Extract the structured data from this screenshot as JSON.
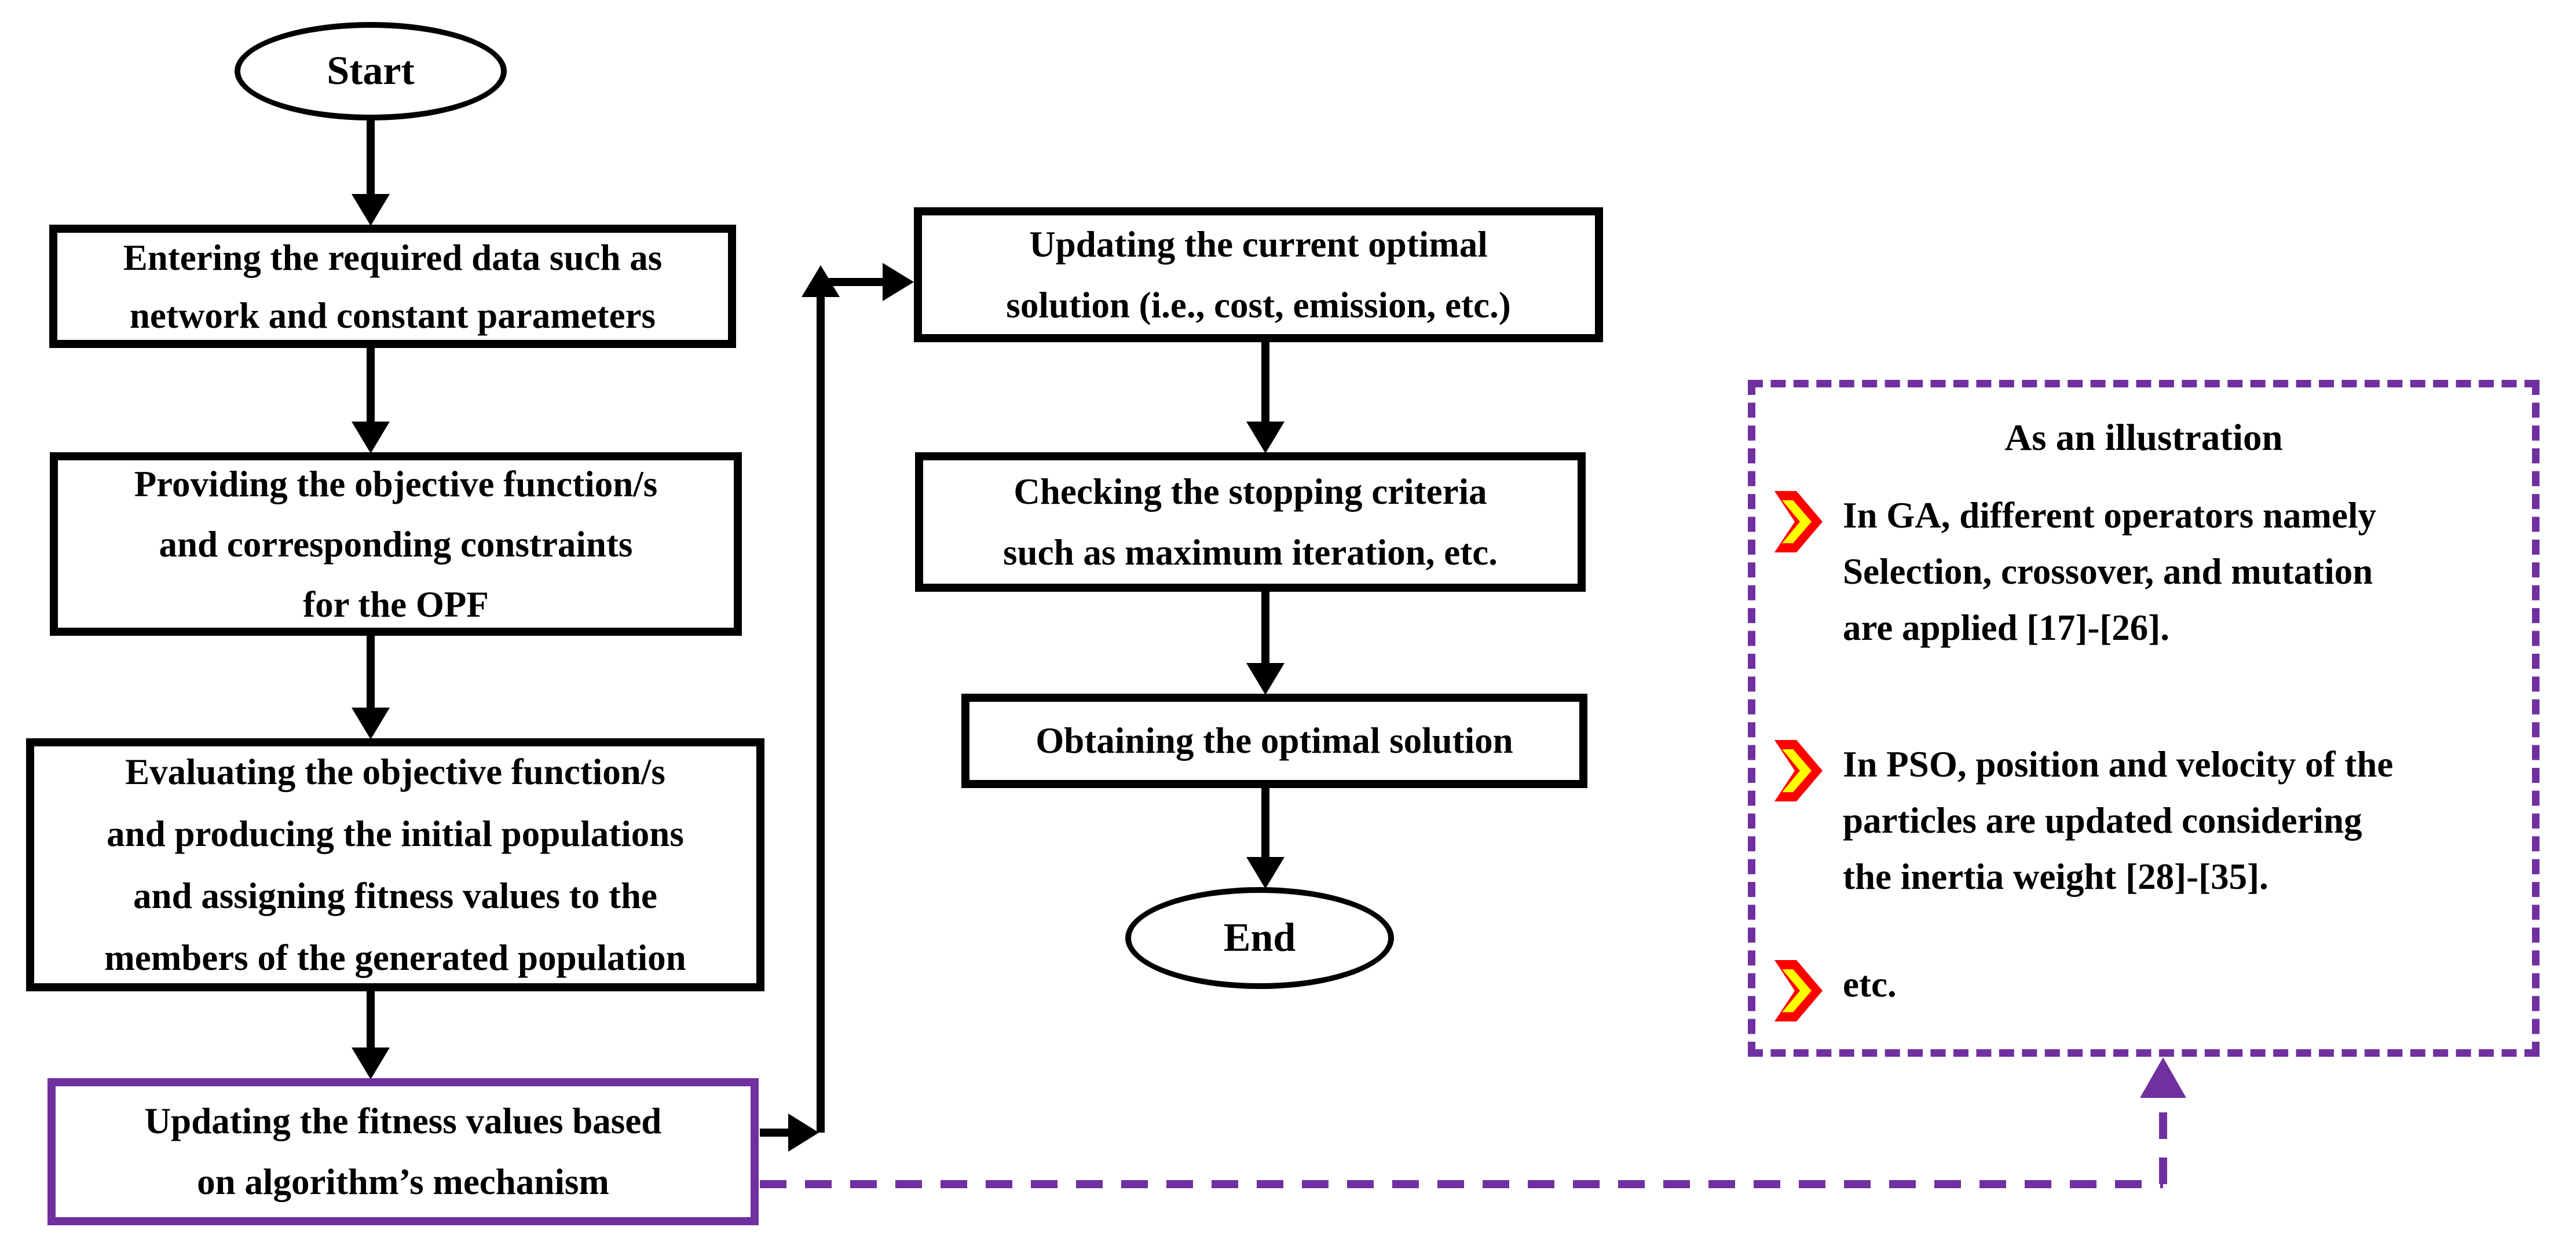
{
  "colors": {
    "ink": "#000000",
    "accent": "#7030A0",
    "bullet_red": "#FF0000",
    "bullet_yellow": "#FFFF00",
    "canvas": "#FFFFFF"
  },
  "nodes": {
    "start": {
      "label": "Start"
    },
    "entering_data": {
      "text": "Entering the required data such as\nnetwork and constant parameters"
    },
    "providing_objective": {
      "text": "Providing the objective function/s\nand corresponding constraints\nfor the OPF"
    },
    "evaluating_objective": {
      "text": "Evaluating the objective function/s\nand producing the initial populations\nand assigning fitness values to the\nmembers of the generated population"
    },
    "updating_fitness": {
      "text": "Updating the fitness values based\non algorithm’s mechanism"
    },
    "updating_optimal": {
      "text": "Updating the current optimal\nsolution (i.e., cost, emission, etc.)"
    },
    "checking_stopping": {
      "text": "Checking the stopping criteria\nsuch as maximum iteration, etc."
    },
    "obtaining_optimal": {
      "text": "Obtaining the optimal solution"
    },
    "end": {
      "label": "End"
    }
  },
  "illustration_panel": {
    "title": "As an illustration",
    "bullets": [
      "In GA, different operators namely\nSelection, crossover, and mutation\nare applied [17]-[26].",
      "In PSO, position and velocity of the\nparticles are updated considering\nthe inertia weight [28]-[35].",
      "etc."
    ]
  }
}
